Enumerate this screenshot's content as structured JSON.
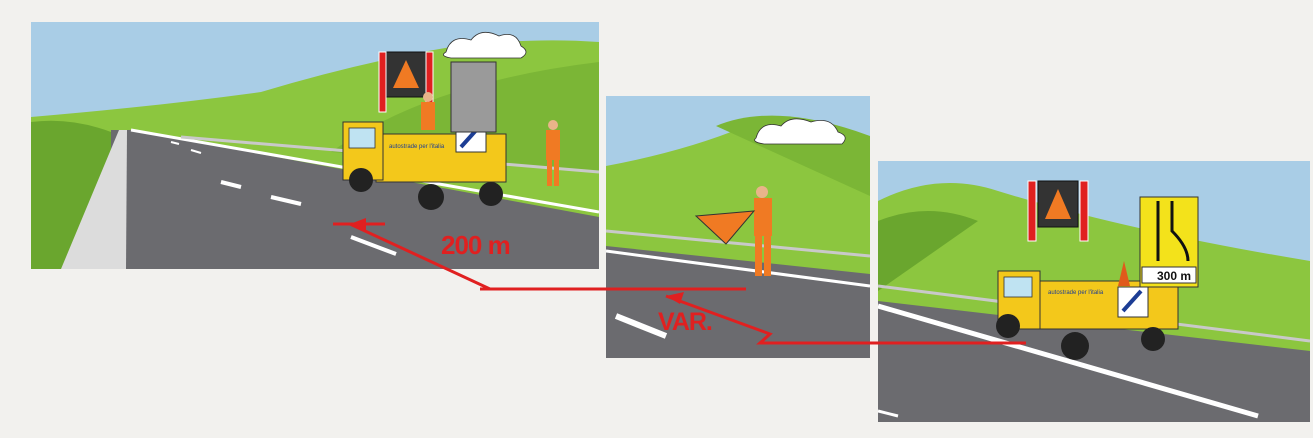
{
  "distance_label": "200 m",
  "variable_label": "VAR.",
  "sign_distance": "300 m",
  "truck_logo_text": "autostrade per l'italia",
  "colors": {
    "sky": "#a9cde6",
    "grass": "#8cc63f",
    "hill_dark": "#6aa62e",
    "road": "#6b6b6f",
    "truck_yellow": "#f3c81b",
    "arrow_red": "#e02020",
    "worker_orange": "#f07a23"
  },
  "icons": [
    "truck-icon",
    "worker-icon",
    "cone-icon",
    "road-works-sign-icon",
    "lane-arrow-sign-icon",
    "flashing-light-icon",
    "red-flag-icon"
  ]
}
